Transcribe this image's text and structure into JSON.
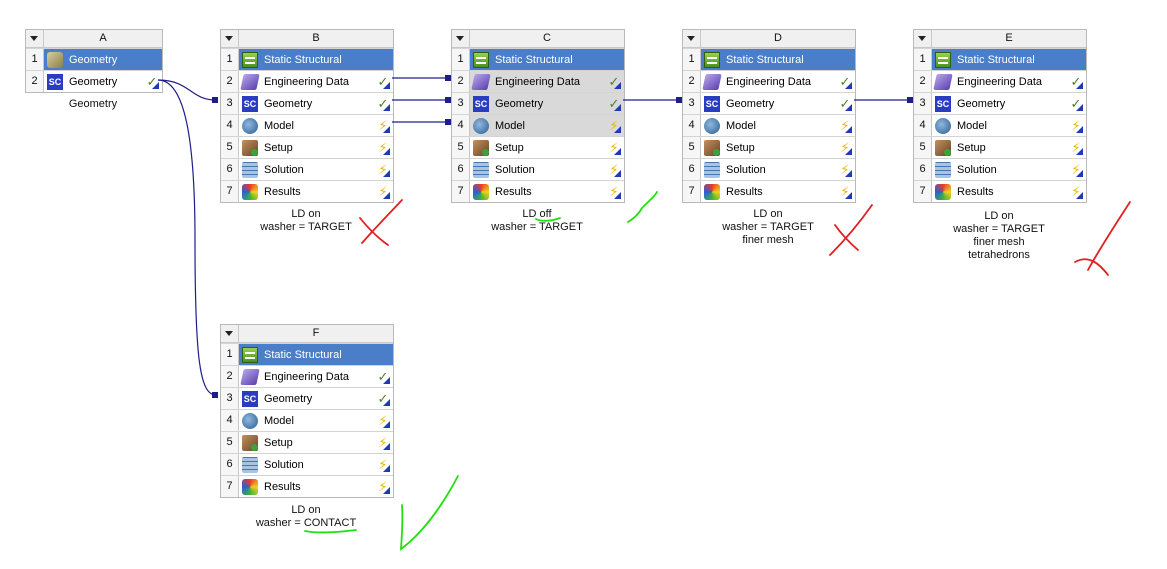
{
  "systems": {
    "A": {
      "letter": "A",
      "rows": [
        {
          "num": "1",
          "label": "Geometry"
        },
        {
          "num": "2",
          "label": "Geometry",
          "status": "✓"
        }
      ],
      "caption": [
        "Geometry"
      ]
    },
    "B": {
      "letter": "B",
      "rows": [
        {
          "num": "1",
          "label": "Static Structural"
        },
        {
          "num": "2",
          "label": "Engineering Data",
          "status": "✓"
        },
        {
          "num": "3",
          "label": "Geometry",
          "status": "✓"
        },
        {
          "num": "4",
          "label": "Model",
          "status": "⚡"
        },
        {
          "num": "5",
          "label": "Setup",
          "status": "⚡"
        },
        {
          "num": "6",
          "label": "Solution",
          "status": "⚡"
        },
        {
          "num": "7",
          "label": "Results",
          "status": "⚡"
        }
      ],
      "caption": [
        "LD on",
        "washer = TARGET"
      ]
    },
    "C": {
      "letter": "C",
      "rows": [
        {
          "num": "1",
          "label": "Static Structural"
        },
        {
          "num": "2",
          "label": "Engineering Data",
          "status": "✓"
        },
        {
          "num": "3",
          "label": "Geometry",
          "status": "✓"
        },
        {
          "num": "4",
          "label": "Model",
          "status": "⚡"
        },
        {
          "num": "5",
          "label": "Setup",
          "status": "⚡"
        },
        {
          "num": "6",
          "label": "Solution",
          "status": "⚡"
        },
        {
          "num": "7",
          "label": "Results",
          "status": "⚡"
        }
      ],
      "caption_prefix": "LD ",
      "caption_underlined": "off",
      "caption": [
        "washer = TARGET"
      ]
    },
    "D": {
      "letter": "D",
      "rows": [
        {
          "num": "1",
          "label": "Static Structural"
        },
        {
          "num": "2",
          "label": "Engineering Data",
          "status": "✓"
        },
        {
          "num": "3",
          "label": "Geometry",
          "status": "✓"
        },
        {
          "num": "4",
          "label": "Model",
          "status": "⚡"
        },
        {
          "num": "5",
          "label": "Setup",
          "status": "⚡"
        },
        {
          "num": "6",
          "label": "Solution",
          "status": "⚡"
        },
        {
          "num": "7",
          "label": "Results",
          "status": "⚡"
        }
      ],
      "caption": [
        "LD on",
        "washer = TARGET",
        "finer mesh"
      ]
    },
    "E": {
      "letter": "E",
      "rows": [
        {
          "num": "1",
          "label": "Static Structural"
        },
        {
          "num": "2",
          "label": "Engineering Data",
          "status": "✓"
        },
        {
          "num": "3",
          "label": "Geometry",
          "status": "✓"
        },
        {
          "num": "4",
          "label": "Model",
          "status": "⚡"
        },
        {
          "num": "5",
          "label": "Setup",
          "status": "⚡"
        },
        {
          "num": "6",
          "label": "Solution",
          "status": "⚡"
        },
        {
          "num": "7",
          "label": "Results",
          "status": "⚡"
        }
      ],
      "caption": [
        "LD on",
        "washer = TARGET",
        "finer mesh",
        "tetrahedrons"
      ]
    },
    "F": {
      "letter": "F",
      "rows": [
        {
          "num": "1",
          "label": "Static Structural"
        },
        {
          "num": "2",
          "label": "Engineering Data",
          "status": "✓"
        },
        {
          "num": "3",
          "label": "Geometry",
          "status": "✓"
        },
        {
          "num": "4",
          "label": "Model",
          "status": "⚡"
        },
        {
          "num": "5",
          "label": "Setup",
          "status": "⚡"
        },
        {
          "num": "6",
          "label": "Solution",
          "status": "⚡"
        },
        {
          "num": "7",
          "label": "Results",
          "status": "⚡"
        }
      ],
      "caption": [
        "LD on"
      ],
      "caption_prefix2": "washer = ",
      "caption_underlined2": "CONTACT"
    }
  },
  "colors": {
    "header_row": "#4a7ec9",
    "link_line": "#1e1e8a",
    "check": "#4f7f2a",
    "bolt": "#e8b800",
    "ok_mark": "#22e010",
    "fail_mark": "#e02020"
  }
}
